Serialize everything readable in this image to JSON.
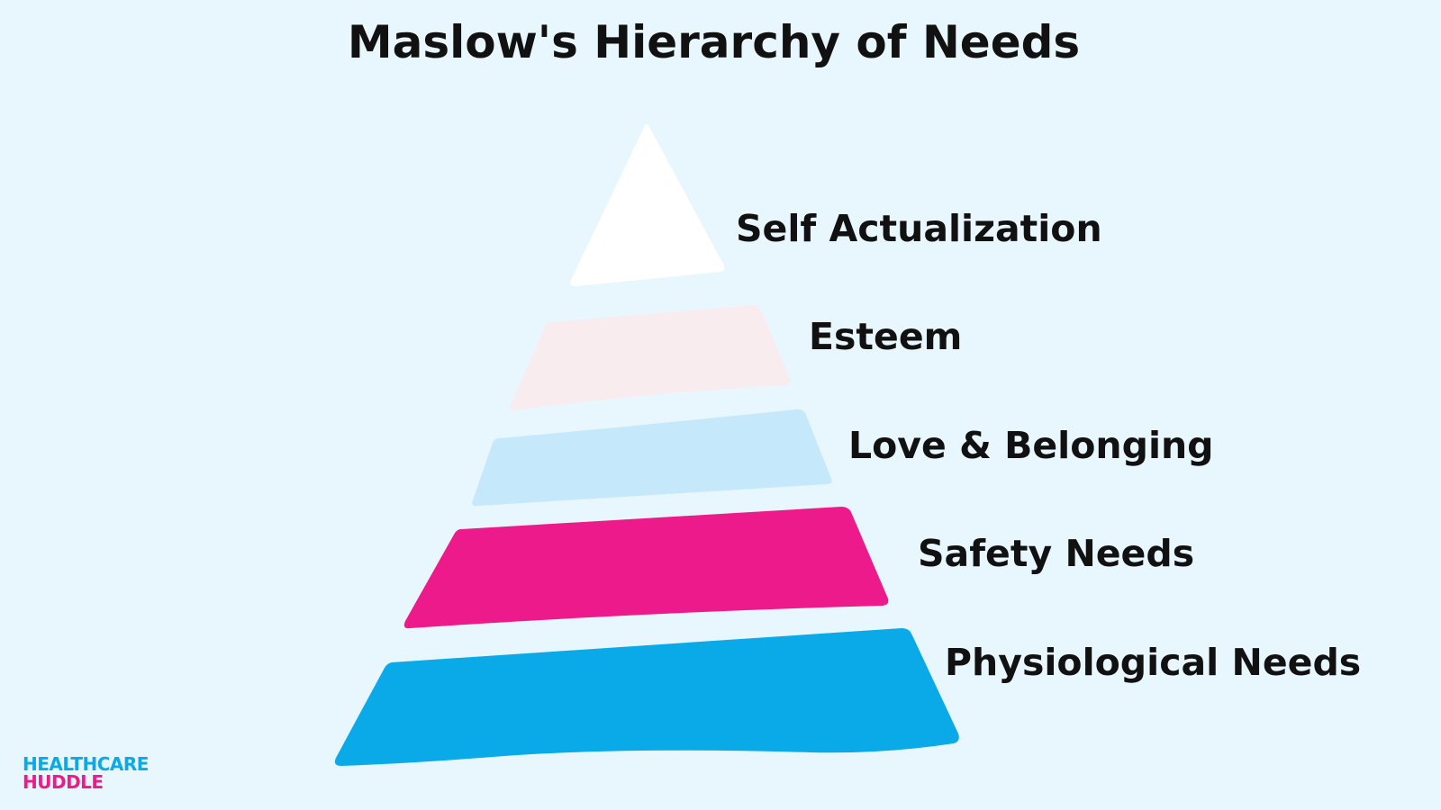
{
  "title": "Maslow's Hierarchy of Needs",
  "levels": [
    {
      "label": "Self Actualization",
      "color": "#ffffff"
    },
    {
      "label": "Esteem",
      "color": "#f8ecee"
    },
    {
      "label": "Love & Belonging",
      "color": "#c6e8fb"
    },
    {
      "label": "Safety Needs",
      "color": "#ec1a8a"
    },
    {
      "label": "Physiological Needs",
      "color": "#0aa9e8"
    }
  ],
  "logo": {
    "line1": "HEALTHCARE",
    "line2": "HUDDLE",
    "line1_color": "#0aa9e8",
    "line2_color": "#ec1b8a"
  },
  "background_color": "#e8f6fd"
}
